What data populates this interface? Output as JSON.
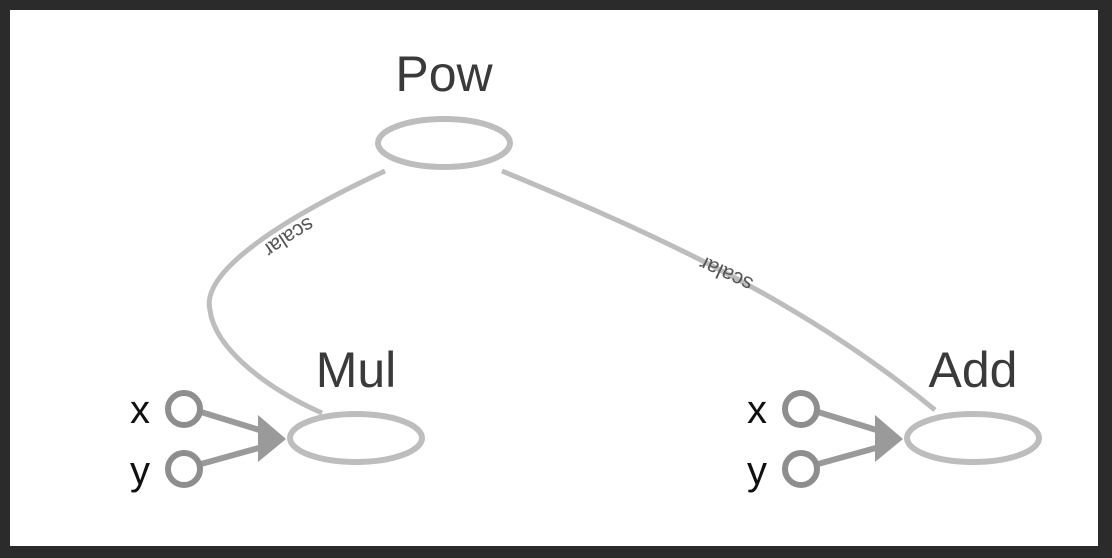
{
  "graph": {
    "nodes": {
      "pow": {
        "label": "Pow"
      },
      "mul": {
        "label": "Mul"
      },
      "add": {
        "label": "Add"
      }
    },
    "edges": {
      "pow_to_mul": {
        "label": "scalar"
      },
      "pow_to_add": {
        "label": "scalar"
      }
    },
    "mul_inputs": [
      "x",
      "y"
    ],
    "add_inputs": [
      "x",
      "y"
    ]
  },
  "colors": {
    "background": "#ffffff",
    "frame": "#2b2b2b",
    "node_stroke": "#bdbdbd",
    "input_stroke": "#8e8e8e"
  }
}
